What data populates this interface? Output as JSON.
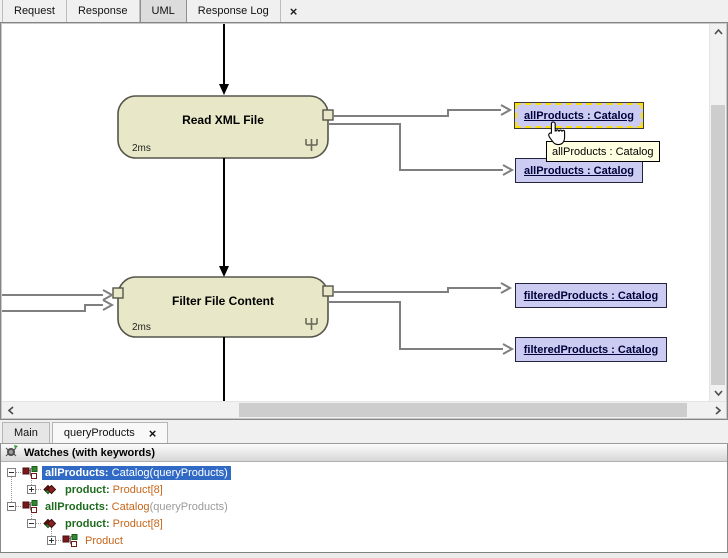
{
  "tabs_top": {
    "items": [
      {
        "label": "Request",
        "active": false
      },
      {
        "label": "Response",
        "active": false
      },
      {
        "label": "UML",
        "active": true
      },
      {
        "label": "Response Log",
        "active": false
      }
    ],
    "close_glyph": "×"
  },
  "diagram": {
    "nodes": [
      {
        "title": "Read XML File",
        "duration": "2ms"
      },
      {
        "title": "Filter File Content",
        "duration": "2ms"
      }
    ],
    "outputs": [
      {
        "label": "allProducts : Catalog",
        "state": "selected-hovered"
      },
      {
        "label": "allProducts : Catalog",
        "state": "normal"
      },
      {
        "label": "filteredProducts : Catalog",
        "state": "normal"
      },
      {
        "label": "filteredProducts : Catalog",
        "state": "normal"
      }
    ],
    "tooltip": {
      "text": "allProducts : Catalog"
    },
    "colors": {
      "node_fill": "#e8e8c8",
      "node_border": "#55554a",
      "output_fill": "#ccccf2",
      "selection_dash": "#ffe000",
      "connector_gray": "#7f7f7f",
      "flow_black": "#000000",
      "tooltip_bg": "#ffffe1"
    }
  },
  "tabs_bottom": {
    "items": [
      {
        "label": "Main",
        "active": false
      },
      {
        "label": "queryProducts",
        "active": true
      }
    ],
    "close_glyph": "×"
  },
  "watches": {
    "title": "Watches (with keywords)",
    "colors": {
      "name": "#1d6b1d",
      "type": "#c4661b",
      "muted": "#9a9a9a",
      "selection_bg": "#316ac5",
      "selection_fg": "#ffffff"
    },
    "rows": [
      {
        "indent": 0,
        "expander": "minus",
        "icon": "catalog-node-icon",
        "selected": true,
        "segments": [
          {
            "text": "allProducts:"
          },
          {
            "text": " Catalog(queryProducts)"
          }
        ]
      },
      {
        "indent": 1,
        "expander": "plus",
        "icon": "product-stack-icon",
        "selected": false,
        "segments": [
          {
            "text": "product:"
          },
          {
            "text": " Product[8]"
          }
        ]
      },
      {
        "indent": 0,
        "expander": "minus",
        "icon": "catalog-node-icon",
        "selected": false,
        "segments": [
          {
            "text": "allProducts:"
          },
          {
            "text": " Catalog"
          },
          {
            "text": "(queryProducts)"
          }
        ]
      },
      {
        "indent": 1,
        "expander": "minus",
        "icon": "product-stack-icon",
        "selected": false,
        "segments": [
          {
            "text": "product:"
          },
          {
            "text": " Product[8]"
          }
        ]
      },
      {
        "indent": 2,
        "expander": "plus",
        "icon": "catalog-node-icon",
        "selected": false,
        "segments": [
          {
            "text": "Product"
          }
        ]
      }
    ]
  }
}
